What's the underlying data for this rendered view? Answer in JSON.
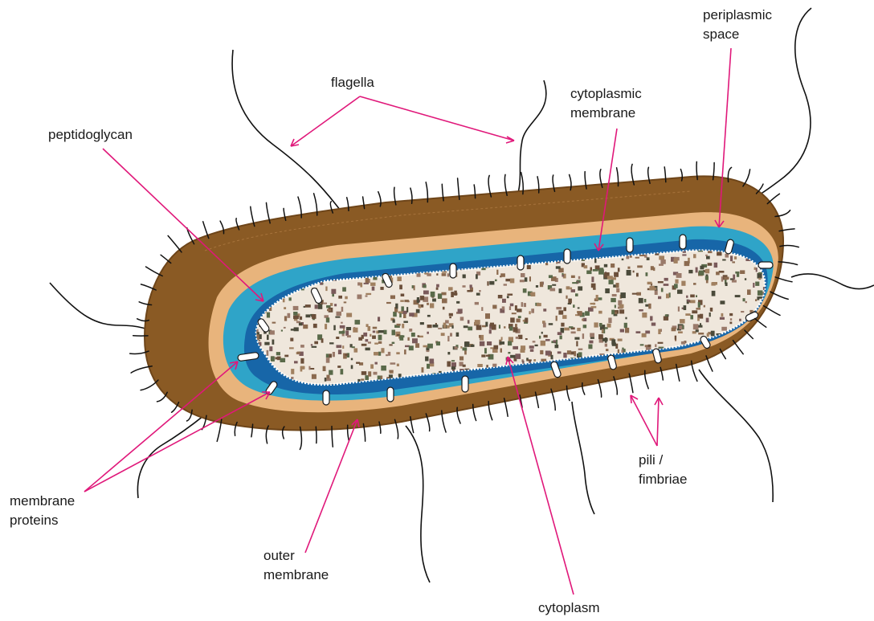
{
  "labels": {
    "flagella": "flagella",
    "peptidoglycan": "peptidoglycan",
    "cytoplasmic_1": "cytoplasmic",
    "cytoplasmic_2": "membrane",
    "periplasmic_1": "periplasmic",
    "periplasmic_2": "space",
    "membrane_proteins_1": "membrane",
    "membrane_proteins_2": "proteins",
    "outer_membrane_1": "outer",
    "outer_membrane_2": "membrane",
    "cytoplasm": "cytoplasm",
    "pili_1": "pili /",
    "pili_2": "fimbriae"
  },
  "colors": {
    "capsule": "#8a5a24",
    "capsule_dark": "#6e4519",
    "outer_membrane": "#e8b47c",
    "periplasm": "#2fa4c8",
    "cytoplasmic_membrane": "#1766a8",
    "arrow": "#e0187a",
    "protein": "#ffffff",
    "cytoplasm_grains": [
      "#6b4f3a",
      "#8b6a4f",
      "#a08060",
      "#5a6a4a",
      "#7a5a5a",
      "#9a7a6a",
      "#4a4a3a"
    ]
  },
  "icons": {
    "membrane_protein": "capsule-rect",
    "arrow_head": "chevron-arrow"
  }
}
